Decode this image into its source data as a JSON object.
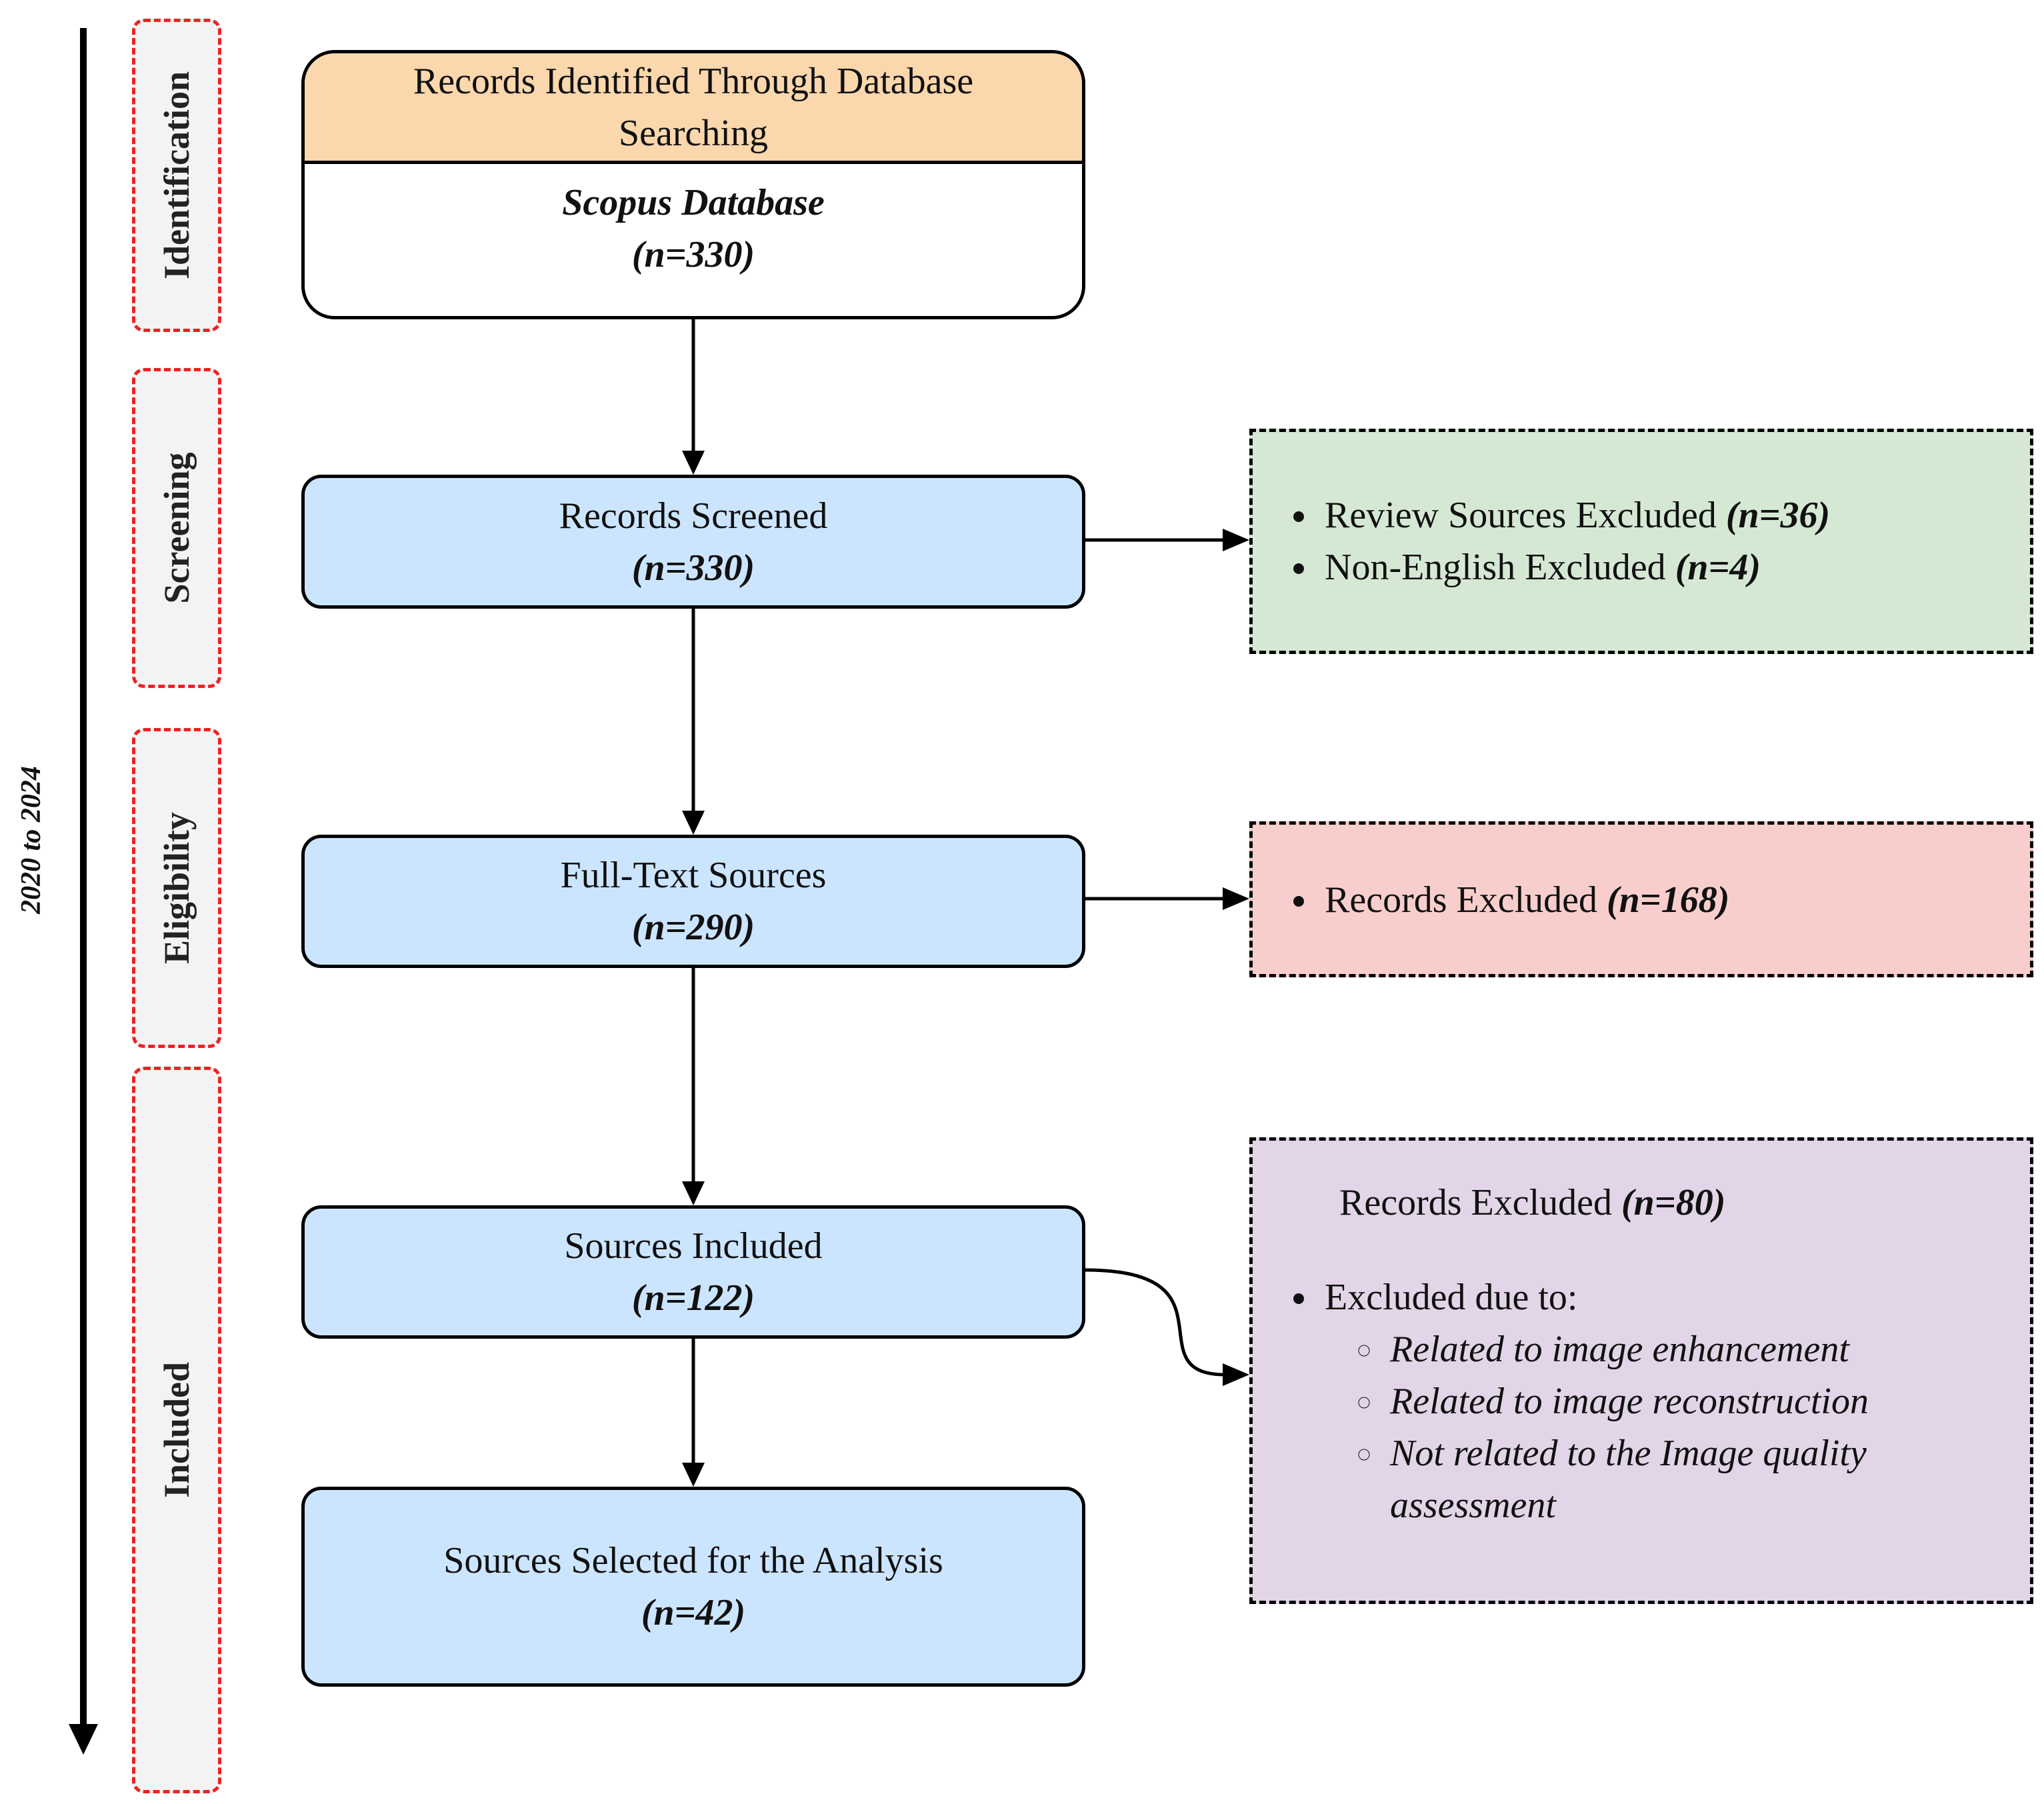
{
  "timeline": {
    "label": "2020 to 2024"
  },
  "stages": [
    {
      "label": "Identification"
    },
    {
      "label": "Screening"
    },
    {
      "label": "Eligibility"
    },
    {
      "label": "Included"
    }
  ],
  "identification": {
    "header": "Records Identified Through Database Searching",
    "source": "Scopus Database",
    "count": "(n=330)"
  },
  "screened": {
    "label": "Records Screened",
    "count": "(n=330)"
  },
  "fulltext": {
    "label": "Full-Text Sources",
    "count": "(n=290)"
  },
  "included": {
    "label": "Sources Included",
    "count": "(n=122)"
  },
  "selected": {
    "label": "Sources Selected for the Analysis",
    "count": "(n=42)"
  },
  "screening_exclusions": {
    "items": [
      {
        "text": "Review Sources Excluded",
        "count": "(n=36)"
      },
      {
        "text": "Non-English Excluded",
        "count": "(n=4)"
      }
    ]
  },
  "eligibility_exclusions": {
    "items": [
      {
        "text": "Records Excluded",
        "count": "(n=168)"
      }
    ]
  },
  "included_exclusions": {
    "title": "Records Excluded",
    "count": "(n=80)",
    "reason_label": "Excluded due to:",
    "reasons": [
      "Related to image enhancement",
      "Related to image reconstruction",
      "Not related to the Image quality assessment"
    ]
  }
}
